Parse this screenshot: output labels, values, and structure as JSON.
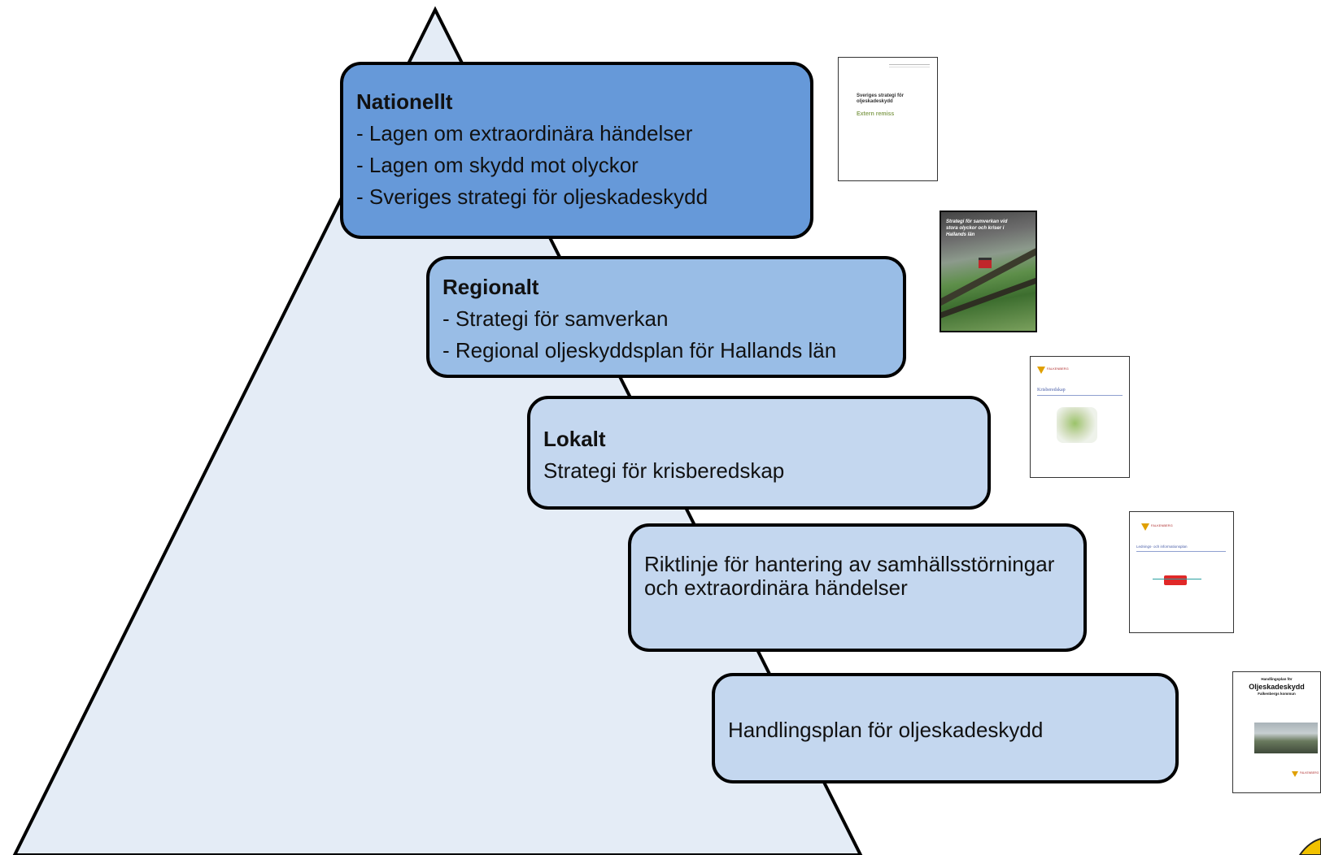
{
  "levels": [
    {
      "title": "Nationellt",
      "lines": [
        "- Lagen om extraordinära händelser",
        "- Lagen om skydd mot olyckor",
        "- Sveriges strategi för oljeskadeskydd"
      ]
    },
    {
      "title": "Regionalt",
      "lines": [
        "- Strategi för samverkan",
        "- Regional oljeskyddsplan för Hallands län"
      ]
    },
    {
      "title": "Lokalt",
      "lines": [
        "Strategi för krisberedskap"
      ]
    },
    {
      "title": "",
      "lines": [
        "Riktlinje för hantering av samhällsstörningar och extraordinära händelser"
      ]
    },
    {
      "title": "",
      "lines": [
        "Handlingsplan för oljeskadeskydd"
      ]
    }
  ],
  "documents": {
    "sverige": {
      "title": "Sveriges strategi för oljeskadeskydd",
      "subtitle": "Extern remiss"
    },
    "samverkan": {
      "title": "Strategi för samverkan vid stora olyckor och kriser i Hallands län"
    },
    "kris": {
      "brand": "FALKENBERG",
      "title": "Krisberedskap"
    },
    "ledning": {
      "brand": "FALKENBERG",
      "title": "Lednings- och informationsplan"
    },
    "handling": {
      "pre": "Handlingsplan för",
      "title": "Oljeskadeskydd",
      "subtitle": "Falkenbergs kommun",
      "brand": "FALKENBERG"
    }
  },
  "colors": {
    "pyramid_fill": "#e4ecf6",
    "nationellt": "#6699d9",
    "regionalt": "#99bde6",
    "lokalt": "#c4d7ef",
    "outline": "#000000"
  }
}
